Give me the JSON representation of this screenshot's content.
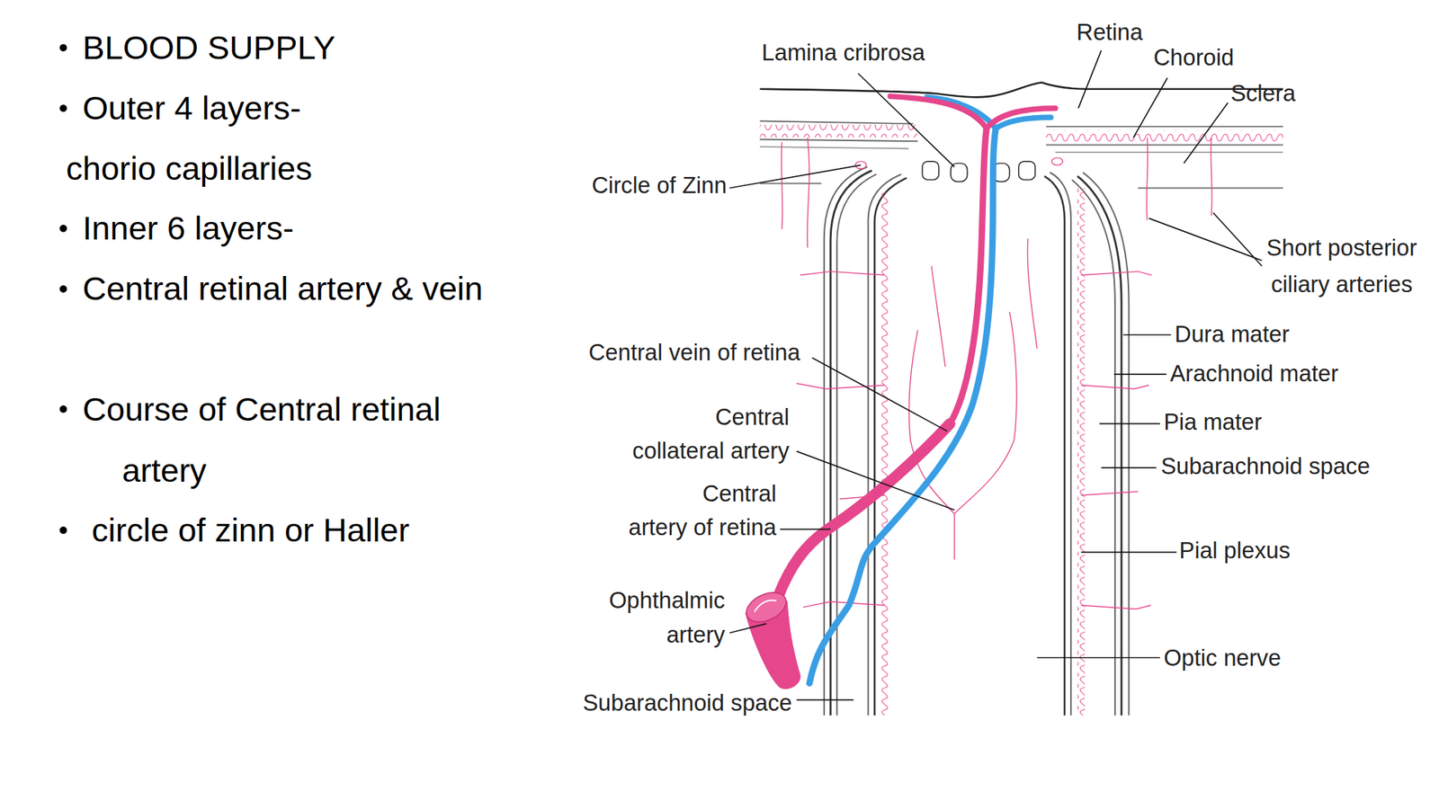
{
  "diagram": {
    "labels": [
      "BLOOD SUPPLY",
      "Outer 4 layers- chorio capillaries",
      "Inner 6 layers-",
      "Central retinal artery & vein",
      "Course of Central retinal artery",
      "circle of zinn or Haller",
      "Lamina cribrosa",
      "Retina",
      "Choroid",
      "Sclera",
      "Circle of Zinn",
      "Short posterior ciliary arteries",
      "Dura mater",
      "Central vein of retina",
      "Arachnoid mater",
      "Pia mater",
      "Central collateral artery",
      "Subarachnoid space",
      "Central artery of retina",
      "Pial plexus",
      "Ophthalmic artery",
      "Optic nerve",
      "Subarachnoid space"
    ]
  }
}
